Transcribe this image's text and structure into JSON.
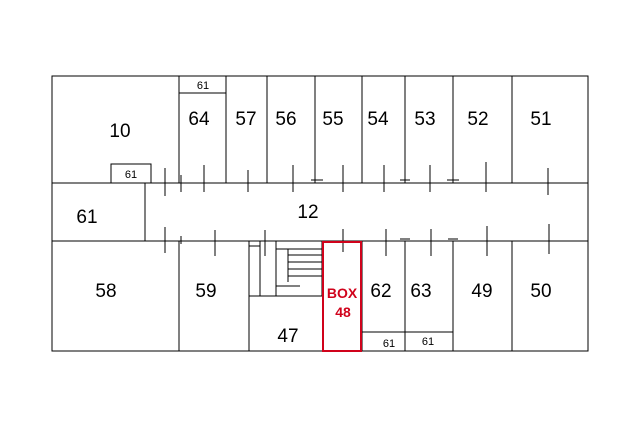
{
  "rooms": {
    "r10": "10",
    "r64": "64",
    "r57": "57",
    "r56": "56",
    "r55": "55",
    "r54": "54",
    "r53": "53",
    "r52": "52",
    "r51": "51",
    "r61_side": "61",
    "r12": "12",
    "r58": "58",
    "r59": "59",
    "r47": "47",
    "r62": "62",
    "r63": "63",
    "r49": "49",
    "r50": "50"
  },
  "small_rooms": {
    "top_61": "61",
    "mid_61": "61",
    "bottom_61_a": "61",
    "bottom_61_b": "61"
  },
  "highlight": {
    "line1": "BOX",
    "line2": "48",
    "color": "#d0021b"
  }
}
